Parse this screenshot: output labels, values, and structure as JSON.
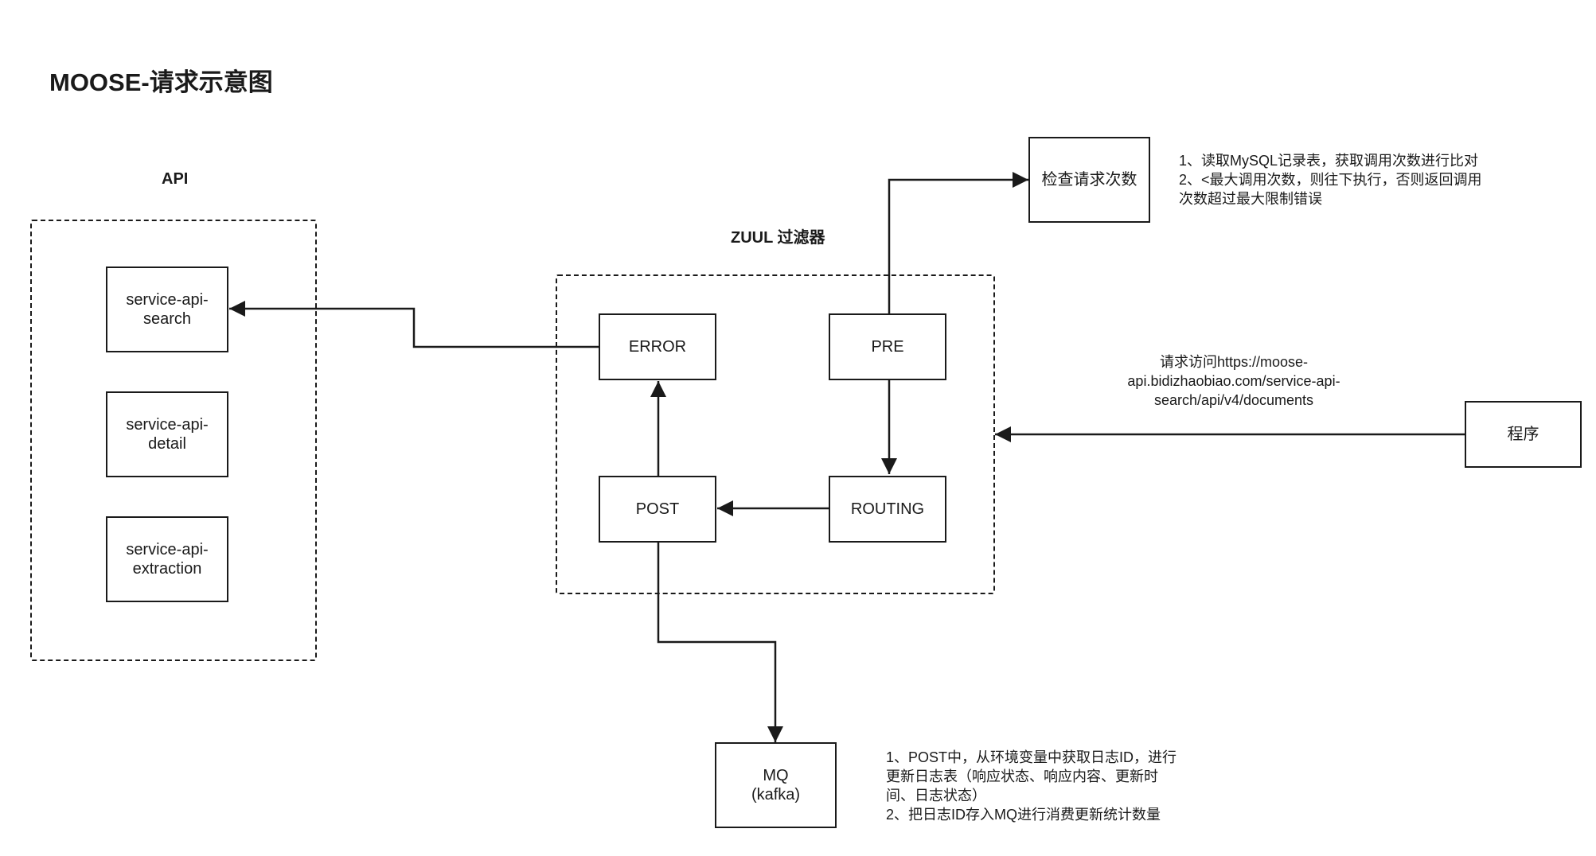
{
  "title": "MOOSE-请求示意图",
  "groups": {
    "api": "API",
    "zuul": "ZUUL 过滤器"
  },
  "nodes": {
    "svc_search": "service-api-\nsearch",
    "svc_detail": "service-api-\ndetail",
    "svc_extraction": "service-api-\nextraction",
    "error": "ERROR",
    "pre": "PRE",
    "post": "POST",
    "routing": "ROUTING",
    "check": "检查请求次数",
    "program": "程序",
    "mq": "MQ\n(kafka)"
  },
  "notes": {
    "check_note": "1、读取MySQL记录表，获取调用次数进行比对\n2、<最大调用次数，则往下执行，否则返回调用\n次数超过最大限制错误",
    "request_note": "请求访问https://moose-\napi.bidizhaobiao.com/service-api-\nsearch/api/v4/documents",
    "mq_note": "1、POST中，从环境变量中获取日志ID，进行\n更新日志表（响应状态、响应内容、更新时\n间、日志状态）\n2、把日志ID存入MQ进行消费更新统计数量"
  }
}
